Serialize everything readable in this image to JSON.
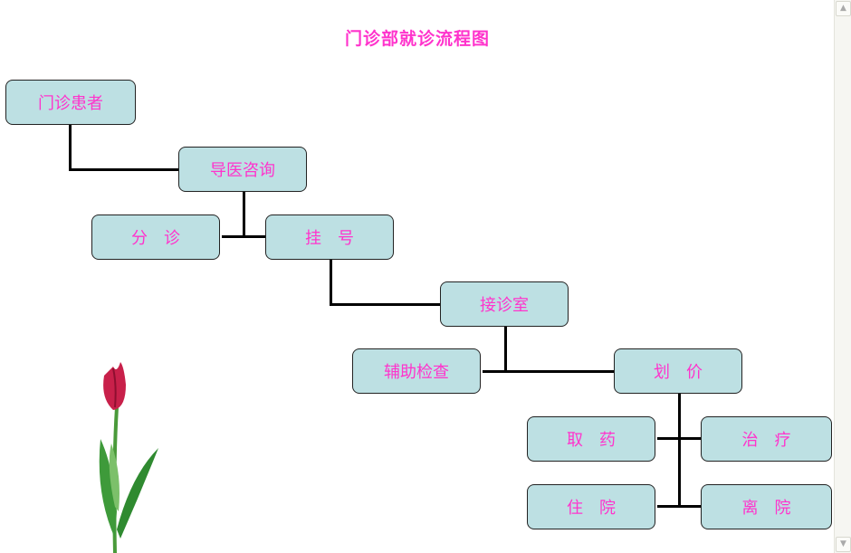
{
  "title": "门诊部就诊流程图",
  "nodes": {
    "patient": "门诊患者",
    "guide": "导医咨询",
    "triage": "分　诊",
    "register": "挂　号",
    "clinic": "接诊室",
    "exam": "辅助检查",
    "pricing": "划　价",
    "medicine": "取　药",
    "treatment": "治　疗",
    "hospitalize": "住　院",
    "discharge": "离　院"
  },
  "colors": {
    "text": "#ff33cc",
    "box": "#bde0e3"
  }
}
